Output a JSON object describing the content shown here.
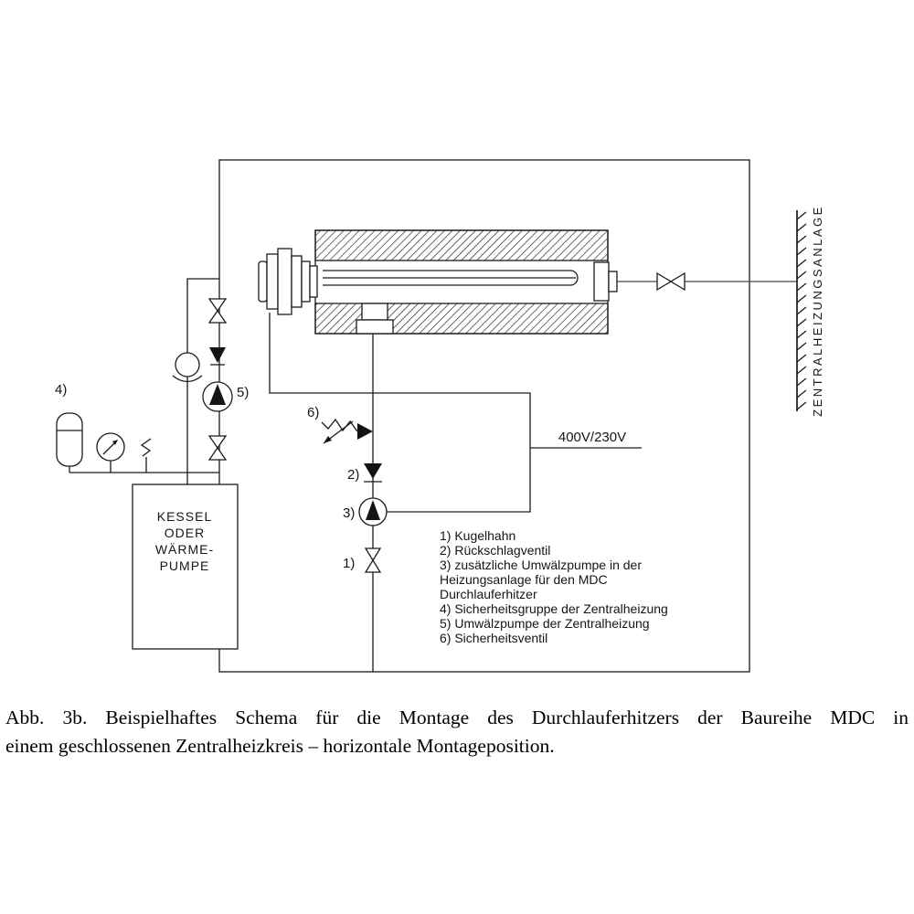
{
  "diagram": {
    "wall_label": "ZENTRALHEIZUNGSANLAGE",
    "power_label": "400V/230V",
    "boiler": {
      "line1": "KESSEL",
      "line2": "ODER",
      "line3": "WÄRME-",
      "line4": "PUMPE"
    },
    "refs": {
      "r1": "1)",
      "r2": "2)",
      "r3": "3)",
      "r4": "4)",
      "r5": "5)",
      "r6": "6)"
    },
    "legend": {
      "lines": [
        "1) Kugelhahn",
        "2) Rückschlagventil",
        "3) zusätzliche Umwälzpumpe in der",
        "Heizungsanlage für den MDC",
        "Durchlauferhitzer",
        "4) Sicherheitsgruppe der Zentralheizung",
        "5) Umwälzpumpe der Zentralheizung",
        "6) Sicherheitsventil"
      ]
    },
    "colors": {
      "ink": "#1b1b1b",
      "supply_pipe": "#54433a"
    }
  },
  "caption": {
    "line1": "Abb. 3b. Beispielhaftes Schema für die Montage des Durchlauferhitzers der Baureihe MDC in",
    "line2": "einem geschlossenen Zentralheizkreis – horizontale Montageposition."
  }
}
